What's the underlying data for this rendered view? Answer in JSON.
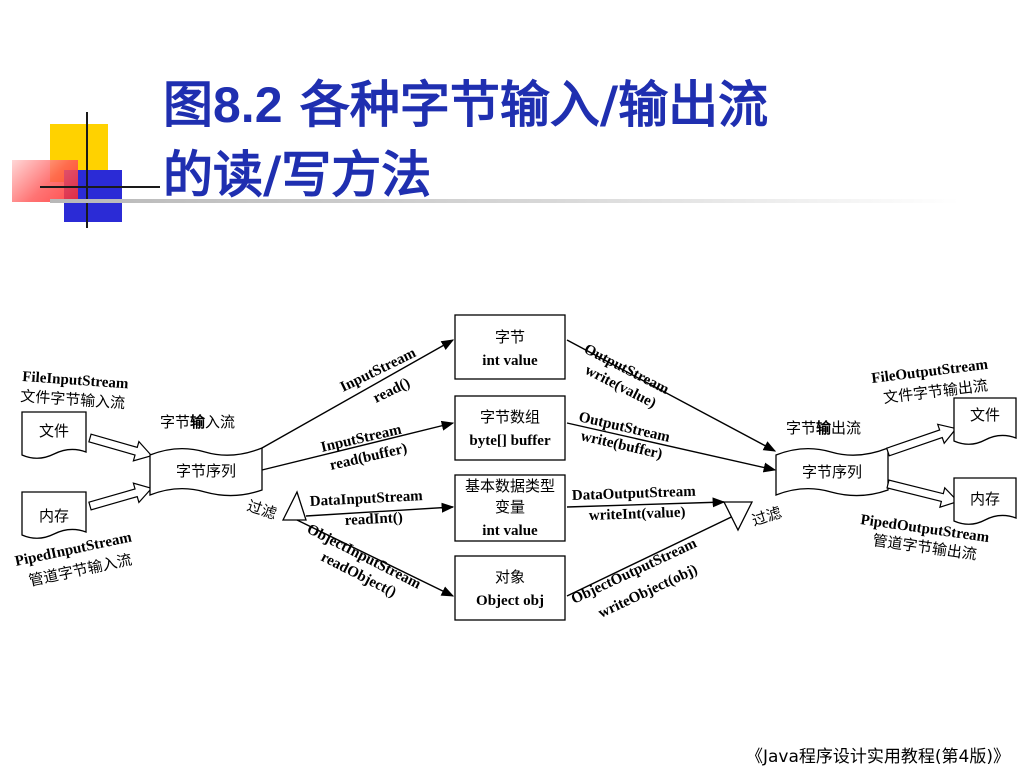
{
  "slide": {
    "title_line1_prefix": "图",
    "title_line1_num": "8.2",
    "title_line1_rest": " 各种字节输入/输出流",
    "title_line2": "的读/写方法",
    "footer": "《Java程序设计实用教程(第4版)》"
  },
  "colors": {
    "title": "#1f2fb0",
    "deco_yellow": "#ffd200",
    "deco_blue": "#2b2bd6",
    "deco_red": "#ff3a3a",
    "line": "#000000"
  },
  "diagram": {
    "left_sources": {
      "file": {
        "class": "FileInputStream",
        "desc": "文件字节输入流",
        "box": "文件"
      },
      "memory": {
        "class": "PipedInputStream",
        "desc": "管道字节输入流",
        "box": "内存"
      }
    },
    "right_sinks": {
      "file": {
        "class": "FileOutputStream",
        "desc": "文件字节输出流",
        "box": "文件"
      },
      "memory": {
        "class": "PipedOutputStream",
        "desc": "管道字节输出流",
        "box": "内存"
      }
    },
    "input_seq": {
      "title_pre": "字节",
      "title_bold": "输",
      "title_post": "入流",
      "box": "字节序列",
      "filter": "过滤"
    },
    "output_seq": {
      "title_pre": "字节",
      "title_bold": "输",
      "title_post": "出流",
      "box": "字节序列",
      "filter": "过滤"
    },
    "center_boxes": [
      {
        "line1": "字节",
        "line2": "int value"
      },
      {
        "line1": "字节数组",
        "line2": "byte[] buffer"
      },
      {
        "line1": "基本数据类型",
        "line2": "变量",
        "line3": "int value"
      },
      {
        "line1": "对象",
        "line2": "Object obj"
      }
    ],
    "input_methods": [
      {
        "cls": "InputStream",
        "method": "read()"
      },
      {
        "cls": "InputStream",
        "method": "read(buffer)"
      },
      {
        "cls": "DataInputStream",
        "method": "readInt()"
      },
      {
        "cls": "ObjectInputStream",
        "method": "readObject()"
      }
    ],
    "output_methods": [
      {
        "cls": "OutputStream",
        "method": "write(value)"
      },
      {
        "cls": "OutputStream",
        "method": "write(buffer)"
      },
      {
        "cls": "DataOutputStream",
        "method": "writeInt(value)"
      },
      {
        "cls": "ObjectOutputStream",
        "method": "writeObject(obj)"
      }
    ]
  }
}
